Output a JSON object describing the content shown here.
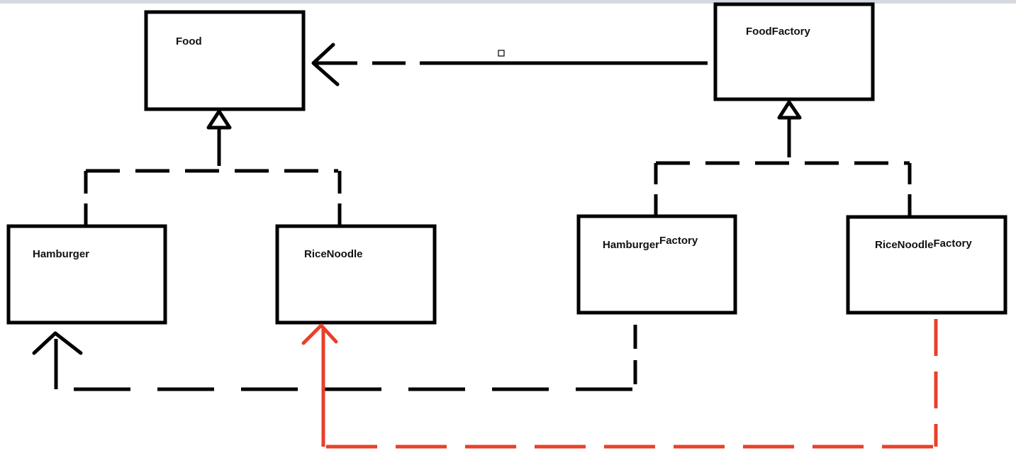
{
  "colors": {
    "stroke": "#000000",
    "highlight": "#e8402a",
    "background": "#ffffff",
    "topStrip": "#d4d9df"
  },
  "classes": {
    "food": {
      "label": "Food"
    },
    "foodFactory": {
      "label_base": "Food",
      "label_suffix": "Factory"
    },
    "hamburger": {
      "label": "Hamburger"
    },
    "riceNoodle": {
      "label": "RiceNoodle"
    },
    "hamburgerFactory": {
      "label_base": "Hamburger",
      "label_suffix": "Factory"
    },
    "riceNoodleFactory": {
      "label_base": "RiceNoodle",
      "label_suffix": "Factory"
    }
  },
  "relations": [
    {
      "from": "Hamburger",
      "to": "Food",
      "kind": "realization"
    },
    {
      "from": "RiceNoodle",
      "to": "Food",
      "kind": "realization"
    },
    {
      "from": "HamburgerFactory",
      "to": "FoodFactory",
      "kind": "realization"
    },
    {
      "from": "RiceNoodleFactory",
      "to": "FoodFactory",
      "kind": "realization"
    },
    {
      "from": "FoodFactory",
      "to": "Food",
      "kind": "dependency"
    },
    {
      "from": "HamburgerFactory",
      "to": "Hamburger",
      "kind": "dependency"
    },
    {
      "from": "RiceNoodleFactory",
      "to": "RiceNoodle",
      "kind": "dependency",
      "color": "highlight"
    }
  ]
}
